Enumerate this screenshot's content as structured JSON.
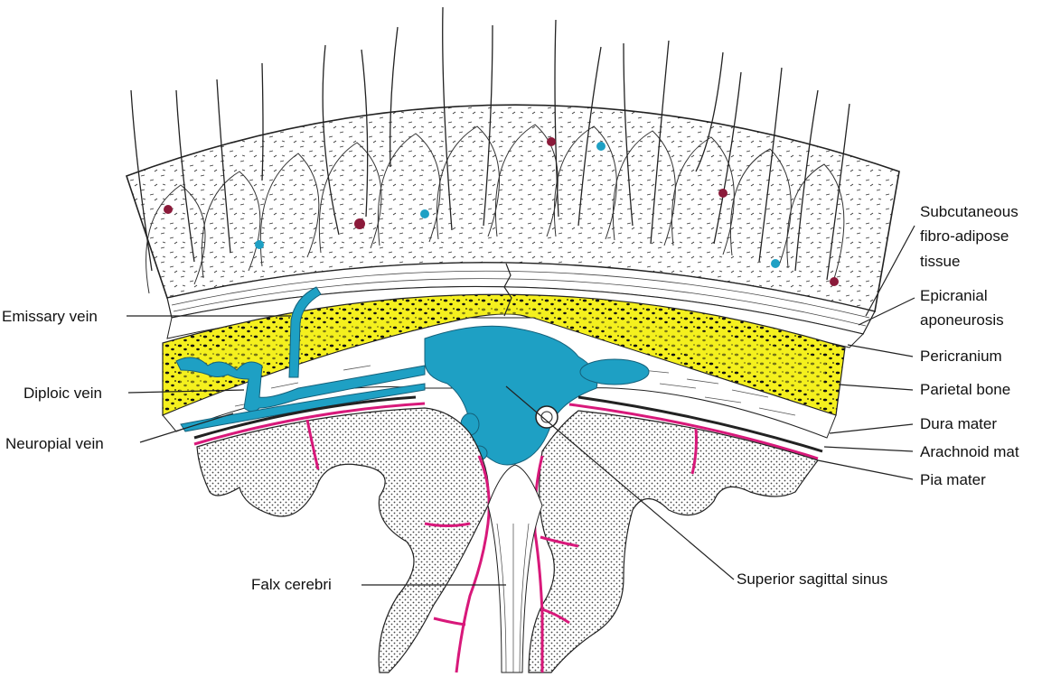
{
  "diagram": {
    "labels": {
      "subcutaneous_1": "Subcutaneous",
      "subcutaneous_2": "fibro-adipose",
      "subcutaneous_3": "tissue",
      "epicranial_1": "Epicranial",
      "epicranial_2": "aponeurosis",
      "pericranium": "Pericranium",
      "parietal_bone": "Parietal bone",
      "dura_mater": "Dura mater",
      "arachnoid_mater": "Arachnoid mat",
      "pia_mater": "Pia mater",
      "superior_sagittal_sinus": "Superior sagittal sinus",
      "falx_cerebri": "Falx cerebri",
      "emissary_vein": "Emissary vein",
      "diploic_vein": "Diploic vein",
      "neuropial_vein": "Neuropial vein"
    },
    "colors": {
      "bone": "#f5f01e",
      "vein": "#1ea0c4",
      "pia": "#d8187a",
      "artery_dot": "#8b1a3a",
      "line": "#222222"
    }
  }
}
